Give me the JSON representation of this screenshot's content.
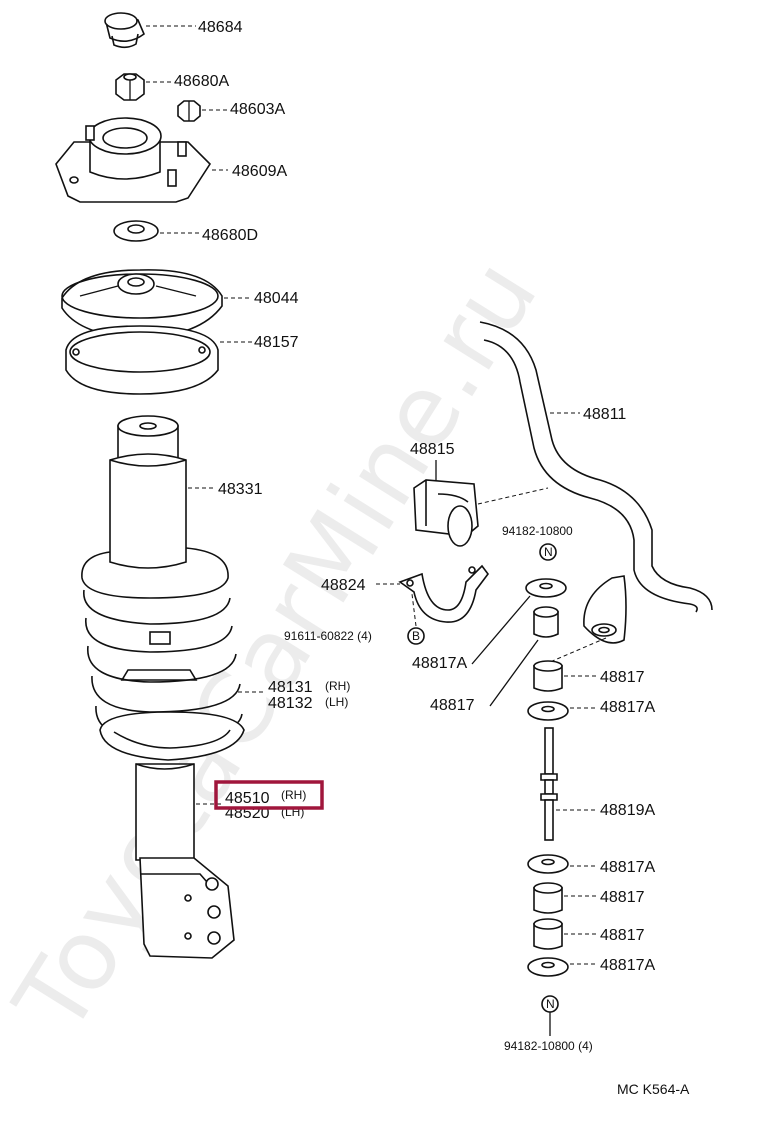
{
  "watermark": "ToyotaCarMine.ru",
  "code": "MC  K564-A",
  "labels": {
    "p48684": "48684",
    "p48680A": "48680A",
    "p48603A": "48603A",
    "p48609A": "48609A",
    "p48680D": "48680D",
    "p48044": "48044",
    "p48157": "48157",
    "p48331": "48331",
    "p48131": "48131",
    "p48131_side": "(RH)",
    "p48132": "48132",
    "p48132_side": "(LH)",
    "p48510": "48510",
    "p48510_side": "(RH)",
    "p48520": "48520",
    "p48520_side": "(LH)",
    "p48811": "48811",
    "p48815": "48815",
    "p94182_top": "94182-10800",
    "p48824": "48824",
    "p91611": "91611-60822 (4)",
    "p48817A_l": "48817A",
    "p48817_l": "48817",
    "p48817_r1": "48817",
    "p48817A_r1": "48817A",
    "p48819A": "48819A",
    "p48817A_r2": "48817A",
    "p48817_r2": "48817",
    "p48817_r3": "48817",
    "p48817A_r3": "48817A",
    "p94182_bot": "94182-10800 (4)",
    "mark_n": "N",
    "mark_b": "B"
  },
  "highlight_color": "#a0163c"
}
